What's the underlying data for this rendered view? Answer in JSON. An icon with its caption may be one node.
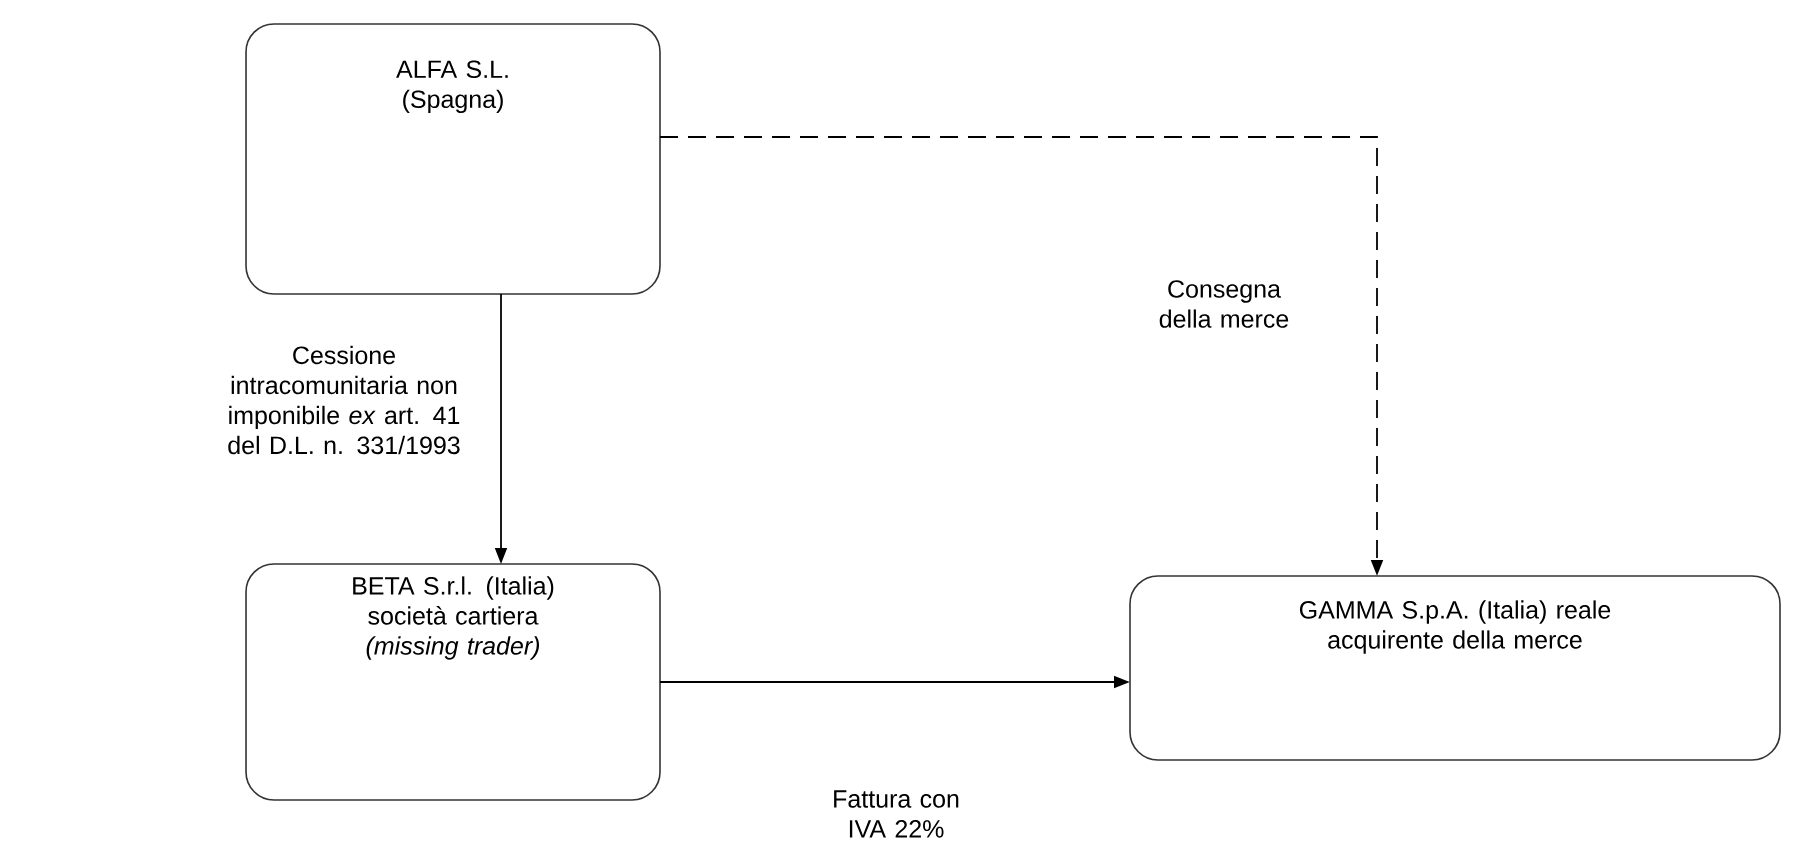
{
  "diagram": {
    "nodes": [
      {
        "text": [
          "ALFA S.L. (Spagna)"
        ]
      },
      {
        "text": [
          "BETA S.r.l. (Italia) società cartiera *(missing trader)*"
        ]
      },
      {
        "text": [
          "GAMMA S.p.A. (Italia) reale acquirente della merce"
        ]
      }
    ],
    "edges": [
      {
        "from": 0,
        "to": 1,
        "arrow": "to",
        "label": "Cessione intracomunitaria non imponibile *ex* art. 41 del D.L. n. 331/1993"
      },
      {
        "from": 1,
        "to": 2,
        "arrow": "to",
        "label": "Fattura con IVA 22%"
      },
      {
        "from": 0,
        "to": 2,
        "arrow": "to",
        "style": "dashed",
        "label": "Consegna della merce"
      }
    ]
  }
}
